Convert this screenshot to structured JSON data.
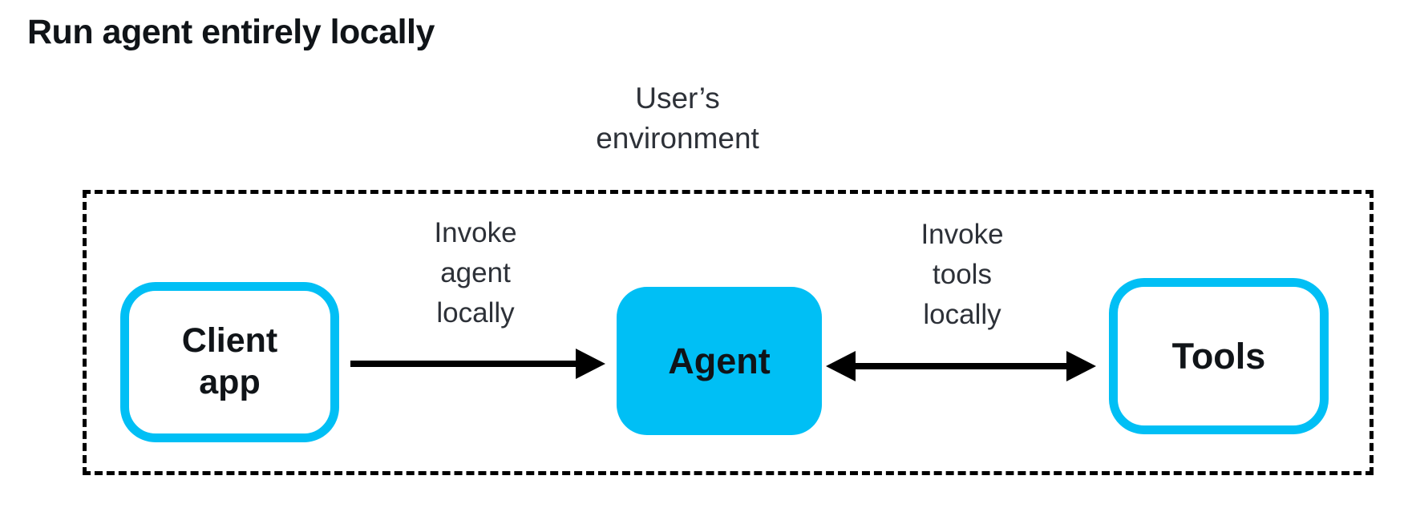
{
  "title": "Run agent entirely locally",
  "diagram": {
    "environment": {
      "label": "User’s\nenvironment"
    },
    "nodes": {
      "client_app": {
        "label": "Client\napp",
        "style": "outlined"
      },
      "agent": {
        "label": "Agent",
        "style": "filled"
      },
      "tools": {
        "label": "Tools",
        "style": "outlined"
      }
    },
    "edges": {
      "invoke_agent": {
        "label": "Invoke\nagent\nlocally",
        "from": "client_app",
        "to": "agent",
        "direction": "one-way"
      },
      "invoke_tools": {
        "label": "Invoke\ntools\nlocally",
        "from": "agent",
        "to": "tools",
        "direction": "two-way"
      }
    },
    "colors": {
      "accent_cyan": "#00bff5",
      "arrow_black": "#000000",
      "text_dark": "#101418",
      "text_soft": "#2d3138"
    }
  }
}
